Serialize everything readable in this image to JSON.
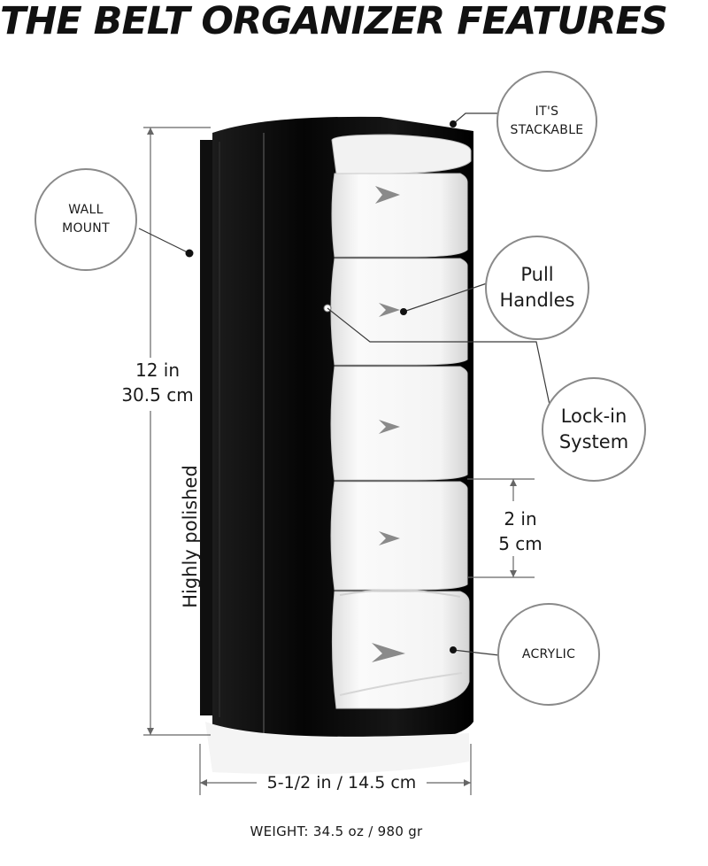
{
  "title": "THE BELT ORGANIZER FEATURES",
  "callouts": {
    "stackable": [
      "IT'S",
      "STACKABLE"
    ],
    "wall_mount": [
      "WALL",
      "MOUNT"
    ],
    "pull_handles": [
      "Pull",
      "Handles"
    ],
    "lock_in": [
      "Lock-in",
      "System"
    ],
    "acrylic": "ACRYLIC"
  },
  "dimensions": {
    "height_in": "12 in",
    "height_cm": "30.5 cm",
    "drawer_in": "2 in",
    "drawer_cm": "5 cm",
    "width": "5-1/2 in / 14.5 cm",
    "finish": "Highly polished"
  },
  "weight": "WEIGHT: 34.5 oz / 980 gr",
  "colors": {
    "frame": "#0b0b0b",
    "circle_border": "#8a8a8a",
    "line": "#555555"
  }
}
